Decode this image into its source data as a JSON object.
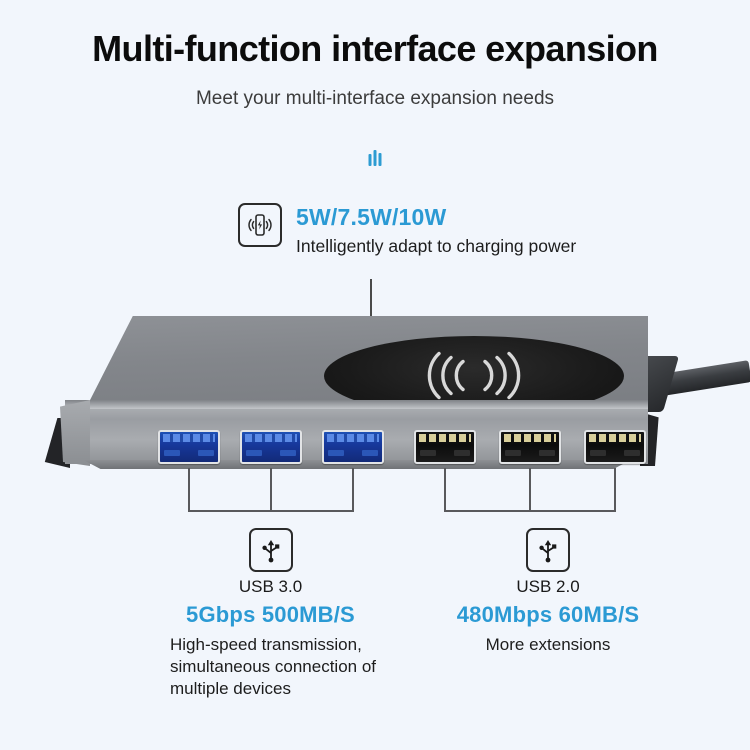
{
  "header": {
    "title": "Multi-function interface expansion",
    "subtitle": "Meet your multi-interface expansion needs"
  },
  "accent_color": "#2b9ad4",
  "background_color": "#f2f6fc",
  "wireless_callout": {
    "icon": "wireless-charging-phone-icon",
    "spec": "5W/7.5W/10W",
    "description": "Intelligently adapt to charging power"
  },
  "device": {
    "name": "usb-hub-with-wireless-charging-pad",
    "pad_symbol": "wireless-waves-icon",
    "body_color": "#9a9da2",
    "pad_color": "#1a1a1a",
    "ports": [
      {
        "type": "usb3",
        "label": "USB 3.0 port 1",
        "color": "#17389c"
      },
      {
        "type": "usb3",
        "label": "USB 3.0 port 2",
        "color": "#17389c"
      },
      {
        "type": "usb3",
        "label": "USB 3.0 port 3",
        "color": "#17389c"
      },
      {
        "type": "usb2",
        "label": "USB 2.0 port 1",
        "color": "#0c0c0c"
      },
      {
        "type": "usb2",
        "label": "USB 2.0 port 2",
        "color": "#0c0c0c"
      },
      {
        "type": "usb2",
        "label": "USB 2.0 port 3",
        "color": "#0c0c0c"
      }
    ]
  },
  "callouts": [
    {
      "id": "usb3",
      "icon": "usb-icon",
      "name": "USB 3.0",
      "spec": "5Gbps  500MB/S",
      "description": "High-speed transmission, simultaneous connection of multiple devices"
    },
    {
      "id": "usb2",
      "icon": "usb-icon",
      "name": "USB 2.0",
      "spec": "480Mbps  60MB/S",
      "description": "More extensions"
    }
  ]
}
